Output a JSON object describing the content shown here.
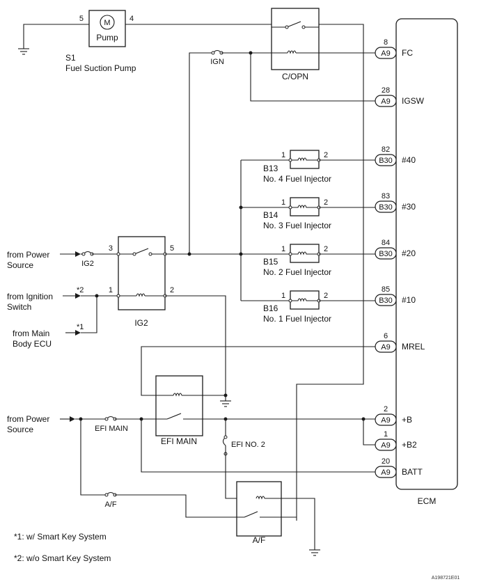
{
  "pump": {
    "label": "Pump",
    "motor_letter": "M",
    "pin_left": "5",
    "pin_right": "4",
    "code": "S1",
    "name": "Fuel Suction Pump"
  },
  "ign_fuse": "IGN",
  "copn": "C/OPN",
  "ecm": "ECM",
  "ecm_terminals": [
    {
      "pin": "8",
      "connector": "A9",
      "signal": "FC"
    },
    {
      "pin": "28",
      "connector": "A9",
      "signal": "IGSW"
    },
    {
      "pin": "82",
      "connector": "B30",
      "signal": "#40"
    },
    {
      "pin": "83",
      "connector": "B30",
      "signal": "#30"
    },
    {
      "pin": "84",
      "connector": "B30",
      "signal": "#20"
    },
    {
      "pin": "85",
      "connector": "B30",
      "signal": "#10"
    },
    {
      "pin": "6",
      "connector": "A9",
      "signal": "MREL"
    },
    {
      "pin": "2",
      "connector": "A9",
      "signal": "+B"
    },
    {
      "pin": "1",
      "connector": "A9",
      "signal": "+B2"
    },
    {
      "pin": "20",
      "connector": "A9",
      "signal": "BATT"
    }
  ],
  "injectors": [
    {
      "code": "B13",
      "name": "No. 4 Fuel Injector",
      "pin1": "1",
      "pin2": "2"
    },
    {
      "code": "B14",
      "name": "No. 3 Fuel Injector",
      "pin1": "1",
      "pin2": "2"
    },
    {
      "code": "B15",
      "name": "No. 2 Fuel Injector",
      "pin1": "1",
      "pin2": "2"
    },
    {
      "code": "B16",
      "name": "No. 1 Fuel Injector",
      "pin1": "1",
      "pin2": "2"
    }
  ],
  "inputs": {
    "power_source_1": [
      "from Power",
      "Source"
    ],
    "ignition_switch": [
      "from Ignition",
      "Switch"
    ],
    "main_body_ecu": [
      "from Main",
      "Body ECU"
    ],
    "power_source_2": [
      "from Power",
      "Source"
    ],
    "note_2_mark": "*2",
    "note_1_mark": "*1"
  },
  "ig2_fuse": "IG2",
  "ig2_relay": {
    "label": "IG2",
    "pin3": "3",
    "pin5": "5",
    "pin1": "1",
    "pin2": "2"
  },
  "efi_main_fuse": "EFI MAIN",
  "efi_main_relay": "EFI MAIN",
  "efi_no2_fuse": "EFI NO. 2",
  "af_fuse": "A/F",
  "af_relay": "A/F",
  "notes": [
    "*1: w/ Smart Key System",
    "*2: w/o Smart Key System"
  ],
  "figure_id": "A198721E01"
}
